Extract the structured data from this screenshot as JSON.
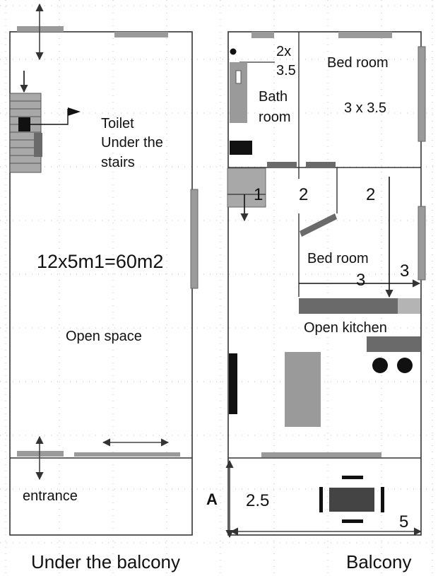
{
  "left_plan": {
    "toilet_lines": [
      "Toilet",
      "Under the",
      "stairs"
    ],
    "area": "12x5m1=60m2",
    "open_space": "Open space",
    "entrance": "entrance",
    "caption": "Under the balcony"
  },
  "right_plan": {
    "bath_size_lines": [
      "2x",
      "3.5"
    ],
    "bath_lines": [
      "Bath",
      "room"
    ],
    "bedroom_top": "Bed room",
    "bedroom_top_size": "3 x 3.5",
    "mark_1": "1",
    "mark_2a": "2",
    "mark_2b": "2",
    "bedroom_mid": "Bed room",
    "mark_3a": "3",
    "mark_3b": "3",
    "open_kitchen": "Open kitchen",
    "axis_a": "A",
    "balcony_width": "2.5",
    "balcony_length": "5",
    "caption": "Balcony"
  },
  "colors": {
    "wall": "#333333",
    "window": "#9a9a9a",
    "furniture_dark": "#111111",
    "furniture_mid": "#6a6a6a",
    "grid_dot": "#bdbdbd"
  }
}
